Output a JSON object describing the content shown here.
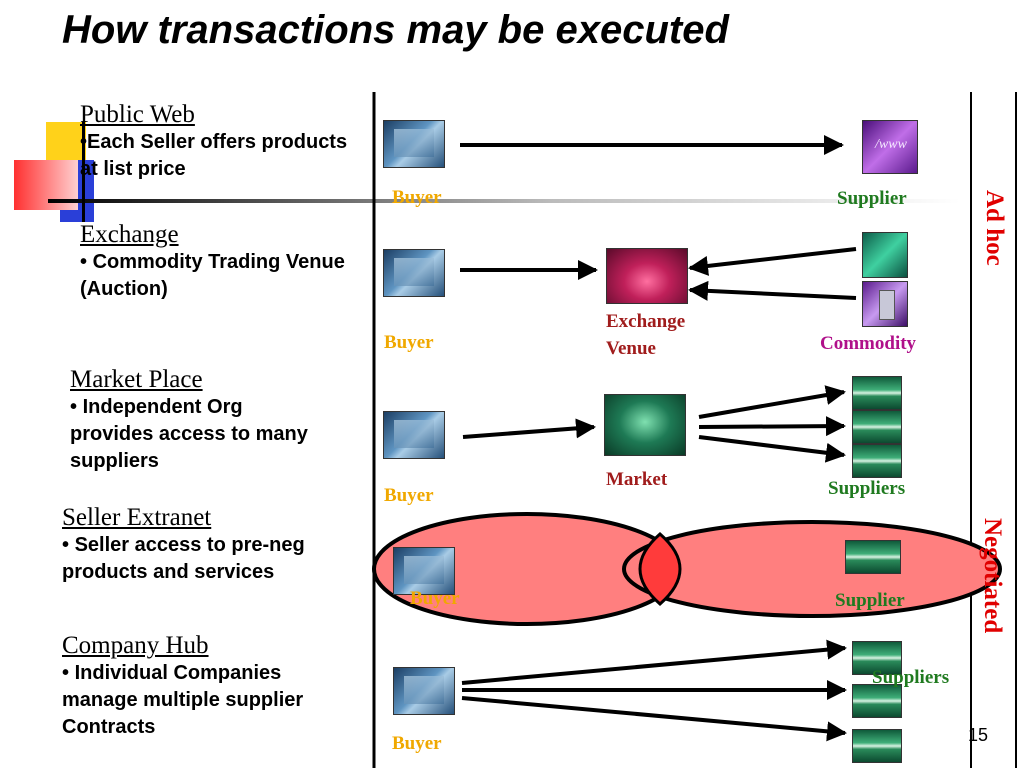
{
  "title": "How transactions may be executed",
  "rows": [
    {
      "heading": "Public Web",
      "bullet": "•",
      "desc": "Each Seller offers products at list price"
    },
    {
      "heading": "Exchange",
      "bullet": "•",
      "desc": "Commodity Trading Venue (Auction)"
    },
    {
      "heading": "Market Place",
      "bullet": "•",
      "desc": "Independent Org provides access to many suppliers"
    },
    {
      "heading": "Seller Extranet",
      "bullet": "•",
      "desc": "Seller access to pre-neg products and services"
    },
    {
      "heading": "Company Hub",
      "bullet": "•",
      "desc": "Individual Companies manage multiple supplier Contracts"
    }
  ],
  "labels": {
    "buyer": "Buyer",
    "supplier": "Supplier",
    "suppliers": "Suppliers",
    "exchange_venue_1": "Exchange",
    "exchange_venue_2": "Venue",
    "commodity": "Commodity",
    "market": "Market"
  },
  "side_labels": {
    "top": "Ad hoc",
    "bottom": "Negotiated"
  },
  "page_number": "15",
  "icons": {
    "buyer": "computer-user-icon",
    "supplier": "server-icon",
    "www": "www-icon",
    "exchange": "exchange-floor-icon",
    "market": "market-meeting-icon"
  },
  "colors": {
    "buyer_label": "#f0a800",
    "supplier_label": "#1f7a1f",
    "venue_label": "#a01c1c",
    "commodity_label": "#b0108a",
    "side_label": "#e00000",
    "ellipse_fill": "#ff7f7f"
  }
}
